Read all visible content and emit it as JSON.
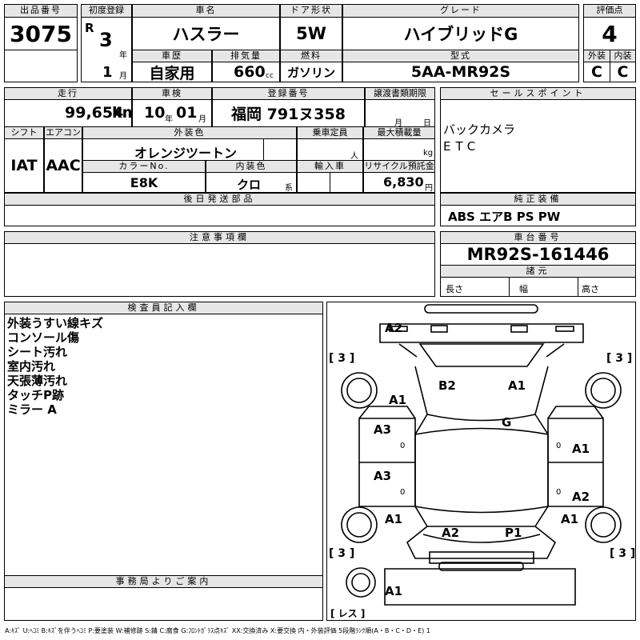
{
  "lot": {
    "label": "出品番号",
    "value": "3075"
  },
  "first_reg": {
    "label": "初度登録",
    "era": "R",
    "year": "3",
    "year_unit": "年",
    "month": "1",
    "month_unit": "月"
  },
  "name": {
    "label": "車名",
    "value": "ハスラー"
  },
  "doors": {
    "label": "ドア形状",
    "value": "5W"
  },
  "grade": {
    "label": "グレード",
    "value": "ハイブリッドG"
  },
  "score": {
    "label": "評価点",
    "value": "4",
    "ext_label": "外装",
    "int_label": "内装",
    "ext_value": "C",
    "int_value": "C"
  },
  "history": {
    "label": "車歴",
    "value": "自家用"
  },
  "displacement": {
    "label": "排気量",
    "value": "660",
    "unit": "cc"
  },
  "fuel": {
    "label": "燃料",
    "value": "ガソリン"
  },
  "model": {
    "label": "型式",
    "value": "5AA-MR92S"
  },
  "mileage": {
    "label": "走行",
    "value": "99,654",
    "unit": "km"
  },
  "inspection": {
    "label": "車検",
    "year": "10",
    "year_unit": "年",
    "month": "01",
    "month_unit": "月"
  },
  "plate": {
    "label": "登録番号",
    "value": "福岡 791ヌ358"
  },
  "transfer_doc": {
    "label": "譲渡書類期限",
    "month_unit": "月",
    "day_unit": "日"
  },
  "shift": {
    "label": "シフト",
    "value": "IAT"
  },
  "aircon": {
    "label": "エアコン",
    "value": "AAC"
  },
  "exterior_color": {
    "label": "外装色",
    "value": "オレンジツートン"
  },
  "capacity": {
    "label": "乗車定員",
    "unit": "人"
  },
  "max_load": {
    "label": "最大積載量",
    "unit": "kg"
  },
  "color_no": {
    "label": "カラーNo.",
    "value": "E8K"
  },
  "interior_color": {
    "label": "内装色",
    "value": "クロ",
    "unit": "系"
  },
  "import": {
    "label": "輸入車"
  },
  "recycle": {
    "label": "リサイクル預託金",
    "value": "6,830",
    "unit": "円"
  },
  "sales_point": {
    "label": "セールスポイント",
    "lines": [
      "バックカメラ",
      "ETC"
    ]
  },
  "later_parts": {
    "label": "後日発送部品"
  },
  "genuine": {
    "label": "純正装備",
    "value": "ABS エアB PS PW"
  },
  "caution": {
    "label": "注意事項欄"
  },
  "chassis": {
    "label": "車台番号",
    "value": "MR92S-161446"
  },
  "specs": {
    "label": "諸元",
    "length": "長さ",
    "width": "幅",
    "height": "高さ"
  },
  "inspector": {
    "label": "検査員記入欄",
    "notes": [
      "外装うすい線キズ",
      "コンソール傷",
      "シート汚れ",
      "室内汚れ",
      "天張薄汚れ",
      "タッチP跡",
      "ミラー A"
    ]
  },
  "office": {
    "label": "事務局よりご案内"
  },
  "diagram": {
    "marks": {
      "a2_top": "A2",
      "b2_roof": "B2",
      "a1_roof": "A1",
      "g_glass": "G",
      "a1_left_front": "A1",
      "a3_left_front_door": "A3",
      "a3_left_rear_door": "A3",
      "a1_left_rear": "A1",
      "a1_right_front_door": "A1",
      "a2_right_rear_door": "A2",
      "a1_right_rear": "A1",
      "a2_rear": "A2",
      "p1_rear": "P1",
      "a1_bumper": "A1"
    },
    "tires": {
      "tl": "[ 3 ]",
      "tr": "[ 3 ]",
      "bl": "[ 3 ]",
      "br": "[ 3 ]",
      "spare": "[ レス ]"
    },
    "zero": "0"
  },
  "legend": "A:ｷｽﾞ U:ﾍｺﾐ B:ｷｽﾞを伴うﾍｺﾐ P:要塗装 W:補修跡 S:錆 C:腐食 G:ﾌﾛﾝﾄｶﾞﾗｽ点ｷｽﾞ XX:交換済み X:要交換 内・外装評価 5段階ﾗﾝｸ順(A・B・C・D・E) 1"
}
